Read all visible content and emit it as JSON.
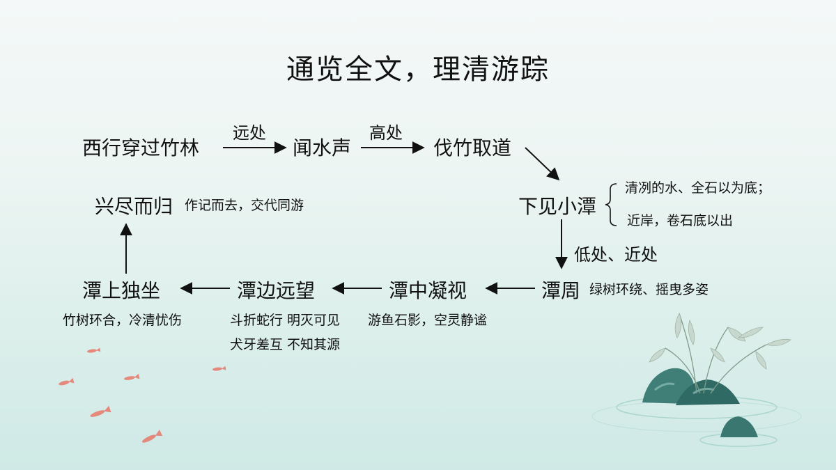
{
  "title": "通览全文，理清游踪",
  "nodes": {
    "n1": "西行穿过竹林",
    "n2": "闻水声",
    "n3": "伐竹取道",
    "n4": "下见小潭",
    "n5": "潭周",
    "n6": "潭中凝视",
    "n7": "潭边远望",
    "n8": "潭上独坐",
    "n9": "兴尽而归"
  },
  "edge_labels": {
    "e1": "远处",
    "e2": "高处",
    "e4": "低处、近处"
  },
  "notes": {
    "n4_a": "清冽的水、全石以为底；",
    "n4_b": "近岸，卷石底以出",
    "n5": "绿树环绕、摇曳多姿",
    "n6": "游鱼石影，空灵静谧",
    "n7_a": "斗折蛇行  明灭可见",
    "n7_b": "犬牙差互  不知其源",
    "n8": "竹树环合，冷清忧伤",
    "n9": "作记而去，交代同游"
  },
  "colors": {
    "text": "#111111",
    "arrow": "#111111",
    "rock": "#3f7f78",
    "fish": "#e8786a",
    "leaf": "#9fb6a4"
  }
}
